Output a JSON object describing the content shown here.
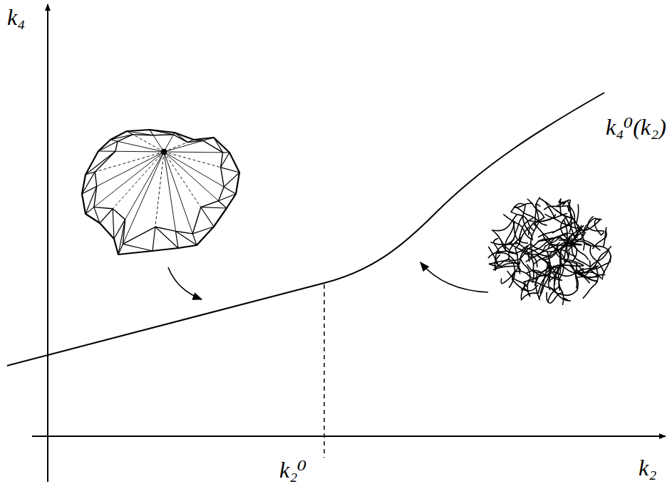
{
  "diagram": {
    "labels": [
      "k₄",
      "k₄⁰(k₂)",
      "k₂⁰",
      "k₂"
    ]
  }
}
